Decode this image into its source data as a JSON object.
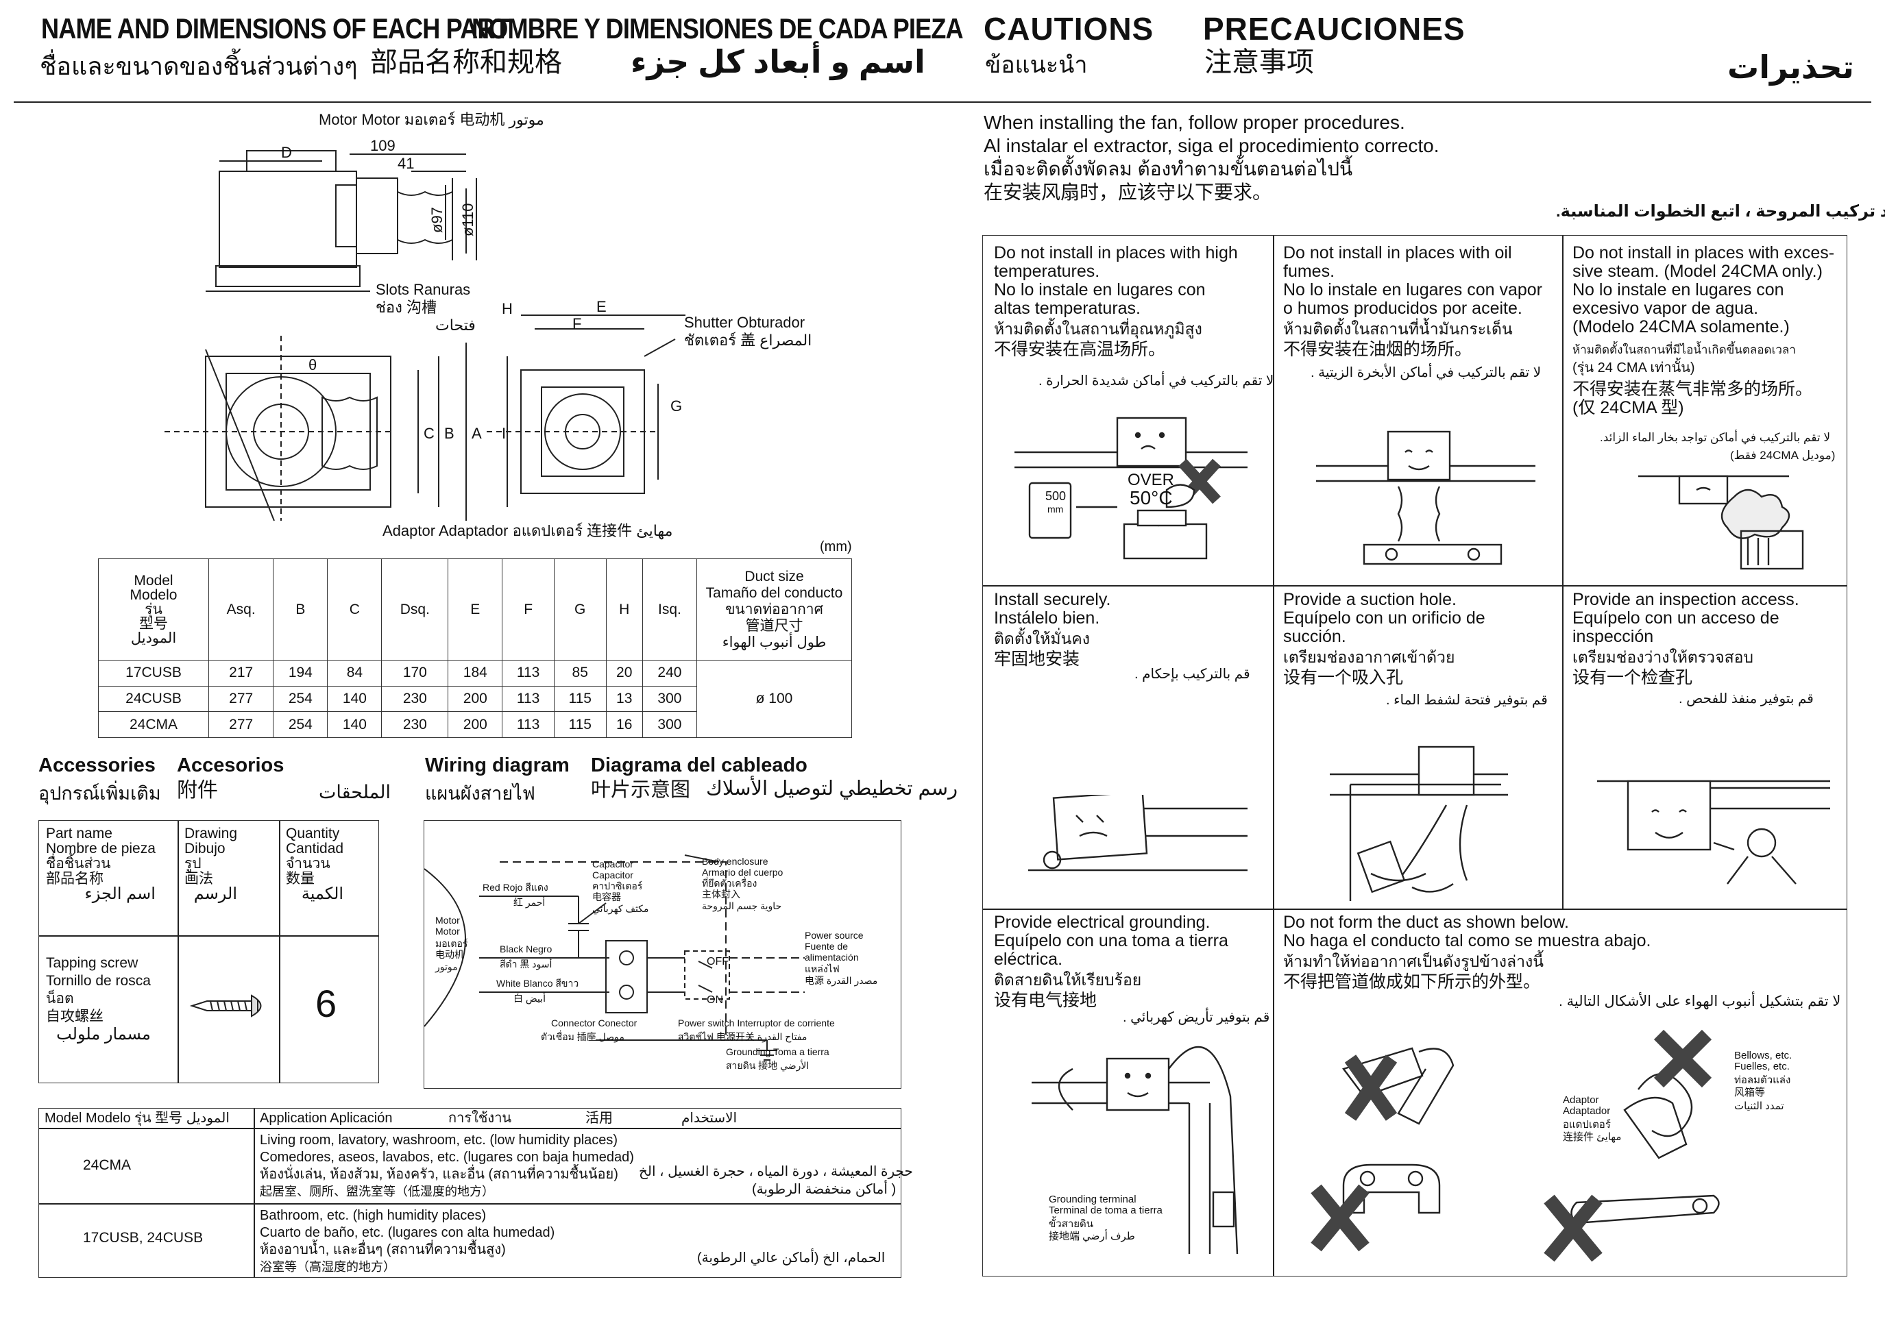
{
  "left_header": {
    "title_en": "NAME AND DIMENSIONS OF EACH PART",
    "title_es": "NOMBRE Y DIMENSIONES DE CADA PIEZA",
    "title_th": "ชื่อและขนาดของชิ้นส่วนต่างๆ",
    "title_zh": "部品名称和规格",
    "title_ar": "اسم و أبعاد كل جزء"
  },
  "right_header": {
    "title_en": "CAUTIONS",
    "title_es": "PRECAUCIONES",
    "title_th": "ข้อแนะนำ",
    "title_zh": "注意事项",
    "title_ar": "تحذيرات"
  },
  "diagram_labels": {
    "motor": "Motor  Motor  มอเตอร์   电动机   موتور",
    "d": "D",
    "d109": "109",
    "d41": "41",
    "d97": "ø97",
    "d110": "ø110",
    "slots_1": "Slots  Ranuras",
    "slots_2": "ช่อง   沟槽",
    "slots_3": "فتحات",
    "h": "H",
    "e": "E",
    "f": "F",
    "shutter_1": "Shutter  Obturador",
    "shutter_2": "ชัตเตอร์  盖   المصراع",
    "g": "G",
    "c": "C",
    "b": "B",
    "a": "A",
    "i": "I",
    "theta": "θ",
    "adaptor": "Adaptor  Adaptador  อแดปเตอร์   连接件   مهايئ",
    "mm": "(mm)"
  },
  "dims_table": {
    "header_model": [
      "Model",
      "Modelo",
      "รุ่น",
      "型号",
      "الموديل"
    ],
    "columns": [
      "Asq.",
      "B",
      "C",
      "Dsq.",
      "E",
      "F",
      "G",
      "H",
      "Isq."
    ],
    "duct_header": [
      "Duct size",
      "Tamaño del conducto",
      "ขนาดท่ออากาศ",
      "管道尺寸",
      "طول أنبوب الهواء"
    ],
    "rows": [
      {
        "model": "17CUSB",
        "values": [
          "217",
          "194",
          "84",
          "170",
          "184",
          "113",
          "85",
          "20",
          "240"
        ]
      },
      {
        "model": "24CUSB",
        "values": [
          "277",
          "254",
          "140",
          "230",
          "200",
          "113",
          "115",
          "13",
          "300"
        ]
      },
      {
        "model": "24CMA",
        "values": [
          "277",
          "254",
          "140",
          "230",
          "200",
          "113",
          "115",
          "16",
          "300"
        ]
      }
    ],
    "duct_value": "ø 100"
  },
  "accessories": {
    "title_en": "Accessories",
    "title_es": "Accesorios",
    "title_th": "อุปกรณ์เพิ่มเติม",
    "title_zh": "附件",
    "title_ar": "الملحقات",
    "col1": [
      "Part name",
      "Nombre de pieza",
      "ชื่อชิ้นส่วน",
      "部品名称",
      "اسم الجزء"
    ],
    "col2": [
      "Drawing",
      "Dibujo",
      "รูป",
      "画法",
      "الرسم"
    ],
    "col3": [
      "Quantity",
      "Cantidad",
      "จำนวน",
      "数量",
      "الكمية"
    ],
    "item_name": [
      "Tapping screw",
      "Tornillo de rosca",
      "น็อต",
      "自攻螺丝",
      "مسمار ملولب"
    ],
    "item_qty": "6"
  },
  "wiring": {
    "title_en": "Wiring diagram",
    "title_es": "Diagrama del cableado",
    "title_th": "แผนผังสายไฟ",
    "title_zh": "叶片示意图",
    "title_ar": "رسم تخطيطي لتوصيل الأسلاك",
    "motor": [
      "Motor",
      "Motor",
      "มอเตอร์",
      "电动机",
      "موتور"
    ],
    "red": "Red  Rojo  สีแดง",
    "red2": "红    أحمر",
    "black": "Black  Negro",
    "black2": "สีดำ   黑   أسود",
    "white": "White  Blanco  สีขาว",
    "white2": "白    أبيض",
    "capacitor": [
      "Capacitor",
      "Capacitor",
      "คาปาซิเตอร์",
      "电容器",
      "مكثف كهربائي"
    ],
    "body": [
      "Body enclosure",
      "Armario del cuerpo",
      "ที่ยึดตัวเครื่อง",
      "主体封入",
      "حاوية جسم المروحة"
    ],
    "power_source": [
      "Power source",
      "Fuente de",
      "alimentación",
      "แหล่งไฟ",
      "电源   مصدر القدرة"
    ],
    "off": "OFF",
    "on": "ON",
    "connector": [
      "Connector  Conector",
      "ตัวเชื่อม   插座   موصل"
    ],
    "switch": [
      "Power switch   Interruptor de corriente",
      "สวิตช์ไฟ     电源开关     مفتاح القدرة"
    ],
    "ground": [
      "Grounding  Toma a tierra",
      "สายดิน      接地    الأرضي"
    ]
  },
  "application_table": {
    "header_model": "Model  Modelo  รุ่น  型号 الموديل",
    "header_app": "Application  Aplicación",
    "header_app_th": "การใช้งาน",
    "header_app_zh": "活用",
    "header_app_ar": "الاستخدام",
    "rows": [
      {
        "model": "24CMA",
        "lines": [
          "Living room, lavatory, washroom, etc. (low humidity places)",
          "Comedores, aseos, lavabos, etc. (lugares con baja humedad)",
          "ห้องนั่งเล่น, ห้องส้วม, ห้องครัว, และอื่น (สถานที่ความชื้นน้อย)",
          "起居室、厕所、盥洗室等（低湿度的地方）"
        ],
        "arabic": [
          "حجرة المعيشة ، دورة المياه ، حجرة الغسيل ، الخ",
          "( أماكن منخفضة الرطوبة)"
        ]
      },
      {
        "model": "17CUSB, 24CUSB",
        "lines": [
          "Bathroom, etc.  (high humidity places)",
          "Cuarto de baño, etc.  (lugares con alta humedad)",
          "ห้องอาบน้ำ, และอื่นๆ (สถานที่ความชื้นสูง)",
          "浴室等（高湿度的地方）"
        ],
        "arabic": [
          "الحمام، الخ (أماكن عالي الرطوبة)"
        ]
      }
    ]
  },
  "cautions_intro": {
    "en": "When installing the fan, follow proper procedures.",
    "es": "Al instalar el extractor, siga el procedimiento correcto.",
    "th": "เมื่อจะติดตั้งพัดลม ต้องทำตามขั้นตอนต่อไปนี้",
    "zh": "在安装风扇时，应该守以下要求。",
    "ar": "عند تركيب المروحة ، اتبع الخطوات المناسبة."
  },
  "cautions": [
    {
      "lines": [
        "Do not install in places with high",
        "temperatures.",
        "No lo instale en lugares con",
        "altas temperaturas.",
        "ห้ามติดตั้งในสถานที่อุณหภูมิสูง",
        "不得安装在高温场所。"
      ],
      "ar": "لا تقم بالتركيب في أماكن شديدة الحرارة .",
      "badge1": "500",
      "badge2": "mm",
      "over": "OVER",
      "temp": "50°C"
    },
    {
      "lines": [
        "Do not install in places with oil",
        "fumes.",
        "No lo instale en lugares con vapor",
        "o humos producidos por aceite.",
        "ห้ามติดตั้งในสถานที่น้ำมันกระเด็น",
        "不得安装在油烟的场所。"
      ],
      "ar": "لا تقم بالتركيب في أماكن الأبخرة الزيتية ."
    },
    {
      "lines": [
        "Do not install in places with exces-",
        "sive steam. (Model 24CMA only.)",
        "No lo instale en lugares con",
        "excesivo vapor de agua.",
        "(Modelo 24CMA solamente.)",
        "ห้ามติดตั้งในสถานที่มีไอน้ำเกิดขึ้นตลอดเวลา",
        "(รุ่น  24 CMA   เท่านั้น)",
        "不得安装在蒸气非常多的场所。",
        "(仅 24CMA 型)"
      ],
      "ar": "لا تقم بالتركيب في أماكن تواجد بخار الماء الزائد.",
      "ar2": "(موديل 24CMA فقط)"
    },
    {
      "lines": [
        "Install securely.",
        "Instálelo bien.",
        "ติดตั้งให้มั่นคง",
        "牢固地安装"
      ],
      "ar": "قم بالتركيب بإحكام ."
    },
    {
      "lines": [
        "Provide a suction hole.",
        "Equípelo con un orificio de",
        "succión.",
        "เตรียมช่องอากาศเข้าด้วย",
        "设有一个吸入孔"
      ],
      "ar": "قم بتوفير فتحة لشفط الماء ."
    },
    {
      "lines": [
        "Provide an inspection access.",
        "Equípelo con un acceso de",
        "inspección",
        "เตรียมช่องว่างให้ตรวจสอบ",
        "设有一个检查孔"
      ],
      "ar": "قم بتوفير منفذ للفحص ."
    },
    {
      "lines": [
        "Provide electrical grounding.",
        "Equípelo con una toma a tierra",
        "eléctrica.",
        "ติดสายดินให้เรียบร้อย",
        "设有电气接地"
      ],
      "ar": "قم بتوفير تأريض كهربائي .",
      "ground_label": [
        "Grounding terminal",
        "Terminal de toma a tierra",
        "ขั้วสายดิน",
        "接地端    طرف أرضي"
      ]
    },
    {
      "lines": [
        "Do not form the duct as shown below.",
        "No haga el conducto tal como se muestra abajo.",
        "ห้ามทำให้ท่ออากาศเป็นดังรูปข้างล่างนี้",
        "不得把管道做成如下所示的外型。"
      ],
      "ar": "لا تقم بتشكيل أنبوب الهواء على الأشكال التالية .",
      "bellows": [
        "Bellows, etc.",
        "Fuelles, etc.",
        "ท่อลมตัวแล่ง",
        "风箱等",
        "تمدد الثنيات"
      ],
      "adaptor": [
        "Adaptor",
        "Adaptador",
        "อแดปเตอร์",
        "连接件    مهايئ"
      ]
    }
  ]
}
